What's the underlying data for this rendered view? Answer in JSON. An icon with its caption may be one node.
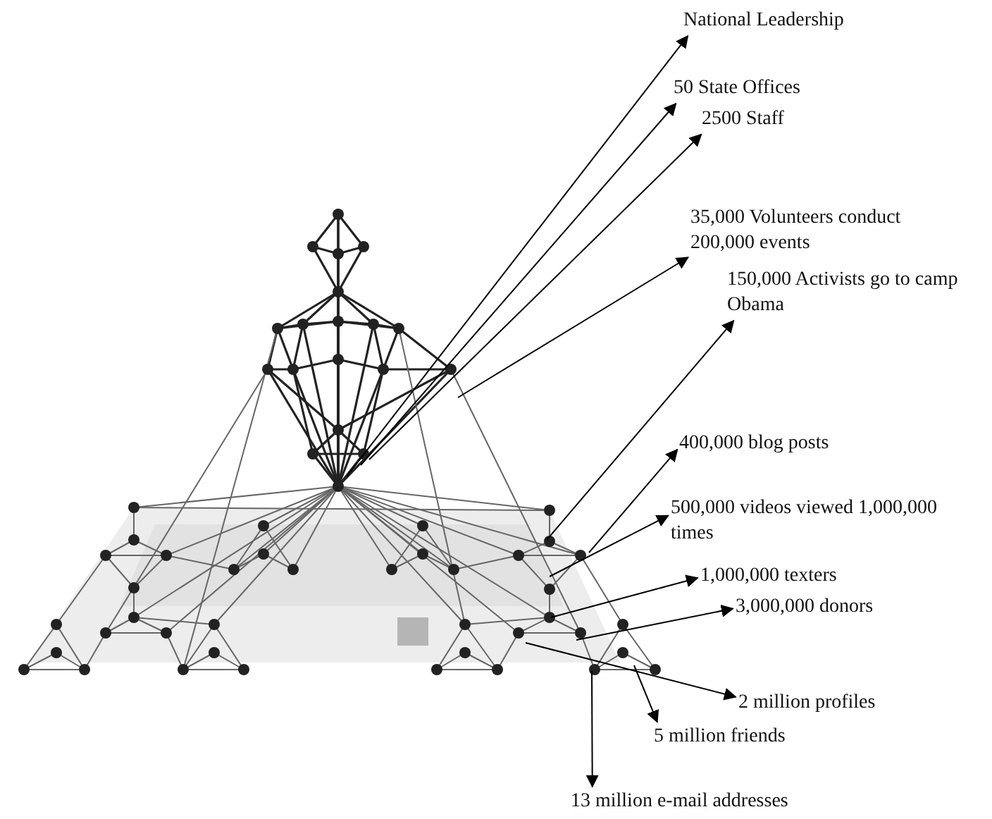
{
  "diagram": {
    "nodes": [
      {
        "text": [
          "National Leadership"
        ]
      },
      {
        "text": [
          "50 State Offices"
        ]
      },
      {
        "text": [
          "2500 Staff"
        ]
      },
      {
        "text": [
          "35,000 Volunteers conduct 200,000 events"
        ]
      },
      {
        "text": [
          "150,000 Activists go to camp Obama"
        ]
      },
      {
        "text": [
          "400,000 blog posts"
        ]
      },
      {
        "text": [
          "500,000 videos viewed 1,000,000 times"
        ]
      },
      {
        "text": [
          "1,000,000 texters"
        ]
      },
      {
        "text": [
          "3,000,000 donors"
        ]
      },
      {
        "text": [
          "2 million profiles"
        ]
      },
      {
        "text": [
          "5 million friends"
        ]
      },
      {
        "text": [
          "13 million e-mail addresses"
        ]
      }
    ],
    "edges": [
      {
        "from": null,
        "to": 0,
        "arrow": "to"
      },
      {
        "from": null,
        "to": 1,
        "arrow": "to"
      },
      {
        "from": null,
        "to": 2,
        "arrow": "to"
      },
      {
        "from": null,
        "to": 3,
        "arrow": "to"
      },
      {
        "from": null,
        "to": 4,
        "arrow": "to"
      },
      {
        "from": null,
        "to": 5,
        "arrow": "to"
      },
      {
        "from": null,
        "to": 6,
        "arrow": "to"
      },
      {
        "from": null,
        "to": 7,
        "arrow": "to"
      },
      {
        "from": null,
        "to": 8,
        "arrow": "to"
      },
      {
        "from": null,
        "to": 9,
        "arrow": "to"
      },
      {
        "from": null,
        "to": 10,
        "arrow": "to"
      },
      {
        "from": null,
        "to": 11,
        "arrow": "to"
      }
    ]
  }
}
